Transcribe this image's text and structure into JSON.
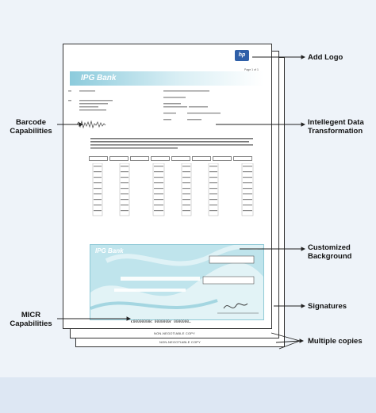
{
  "document": {
    "bank_name": "IPG Bank",
    "logo_text": "hp",
    "page_label": "Page 1 of 1",
    "micr_line": "⑆00000000⑆ 0000000⑈ 0000000⑉",
    "copy_labels": [
      "NON-NEGOTIABLE COPY",
      "NON-NEGOTIABLE COPY"
    ]
  },
  "callouts": {
    "add_logo": "Add Logo",
    "barcode_capabilities": "Barcode Capabilities",
    "intelligent_data_transformation": "Intellegent Data Transformation",
    "customized_background": "Customized Background",
    "signatures": "Signatures",
    "micr_capabilities": "MICR Capabilities",
    "multiple_copies": "Multiple copies"
  },
  "colors": {
    "banner": "#8ccbdc",
    "check_background": "#bfe4ec",
    "logo": "#2f5fa8",
    "bottom_band": "#dde7f3"
  }
}
